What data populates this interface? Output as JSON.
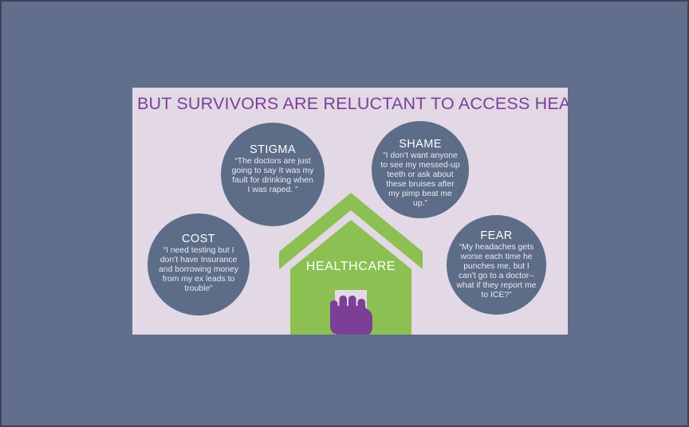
{
  "slide": {
    "title": "BUT SURVIVORS ARE RELUCTANT TO ACCESS HEALTHCARE",
    "background_color": "#e2d8e6",
    "title_color": "#7c3f96",
    "page_background_color": "#616e8c"
  },
  "house": {
    "label": "HEALTHCARE",
    "roof_color": "#8cc052",
    "body_color": "#8cc052",
    "door_color": "#e2d8e6",
    "hand_color": "#7b3f98",
    "hand_icon": "stop-hand-icon"
  },
  "barriers": [
    {
      "id": "stigma",
      "title": "STIGMA",
      "quote": "“The doctors are just going to say It was my fault for drinking when I was raped. ”",
      "color": "#5d6c87"
    },
    {
      "id": "shame",
      "title": "SHAME",
      "quote": "“I don’t want anyone to see my messed-up teeth or ask about these bruises after my pimp beat me up.”",
      "color": "#5d6c87"
    },
    {
      "id": "cost",
      "title": "COST",
      "quote": "“I need testing but I don’t have Insurance and borrowing money from my ex leads to trouble”",
      "color": "#5d6c87"
    },
    {
      "id": "fear",
      "title": "FEAR",
      "quote": "“My headaches gets worse each time he punches me, but I can’t  go to a doctor-- what if they report me to ICE?”",
      "color": "#5d6c87"
    }
  ]
}
